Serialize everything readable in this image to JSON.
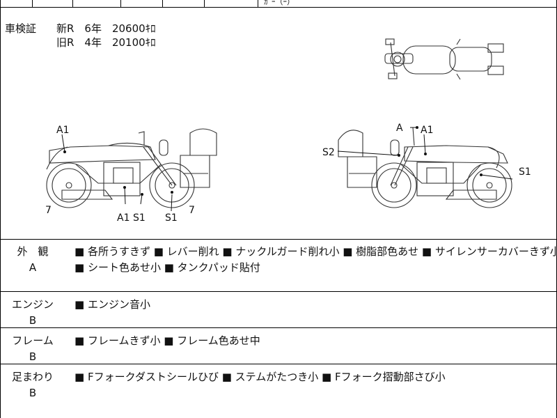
{
  "header": {
    "mark": "ｶﾞｰ（ｰ）"
  },
  "inspection": {
    "label": "車検証",
    "rows": [
      {
        "text": "新R　6年　20600ｷﾛ"
      },
      {
        "text": "旧R　4年　20100ｷﾛ"
      }
    ]
  },
  "diagram": {
    "left_callouts": [
      {
        "text": "A1"
      },
      {
        "text": "7"
      },
      {
        "text": "A1"
      },
      {
        "text": "S1"
      },
      {
        "text": "S1"
      },
      {
        "text": "7"
      }
    ],
    "right_callouts": [
      {
        "text": "A"
      },
      {
        "text": "A1"
      },
      {
        "text": "S2"
      },
      {
        "text": "S1"
      }
    ]
  },
  "sections": [
    {
      "category": "外　観",
      "grade": "A",
      "lines": [
        "■ 各所うすきず ■ レバー削れ ■ ナックルガード削れ小 ■ 樹脂部色あせ ■ サイレンサーカバーきず小",
        "■ シート色あせ小 ■ タンクパッド貼付"
      ]
    },
    {
      "category": "エンジン",
      "grade": "B",
      "lines": [
        "■ エンジン音小"
      ]
    },
    {
      "category": "フレーム",
      "grade": "B",
      "lines": [
        "■ フレームきず小 ■ フレーム色あせ中"
      ]
    },
    {
      "category": "足まわり",
      "grade": "B",
      "lines": [
        "■ Fフォークダストシールひび ■ ステムがたつき小 ■ Fフォーク摺動部さび小"
      ]
    }
  ]
}
